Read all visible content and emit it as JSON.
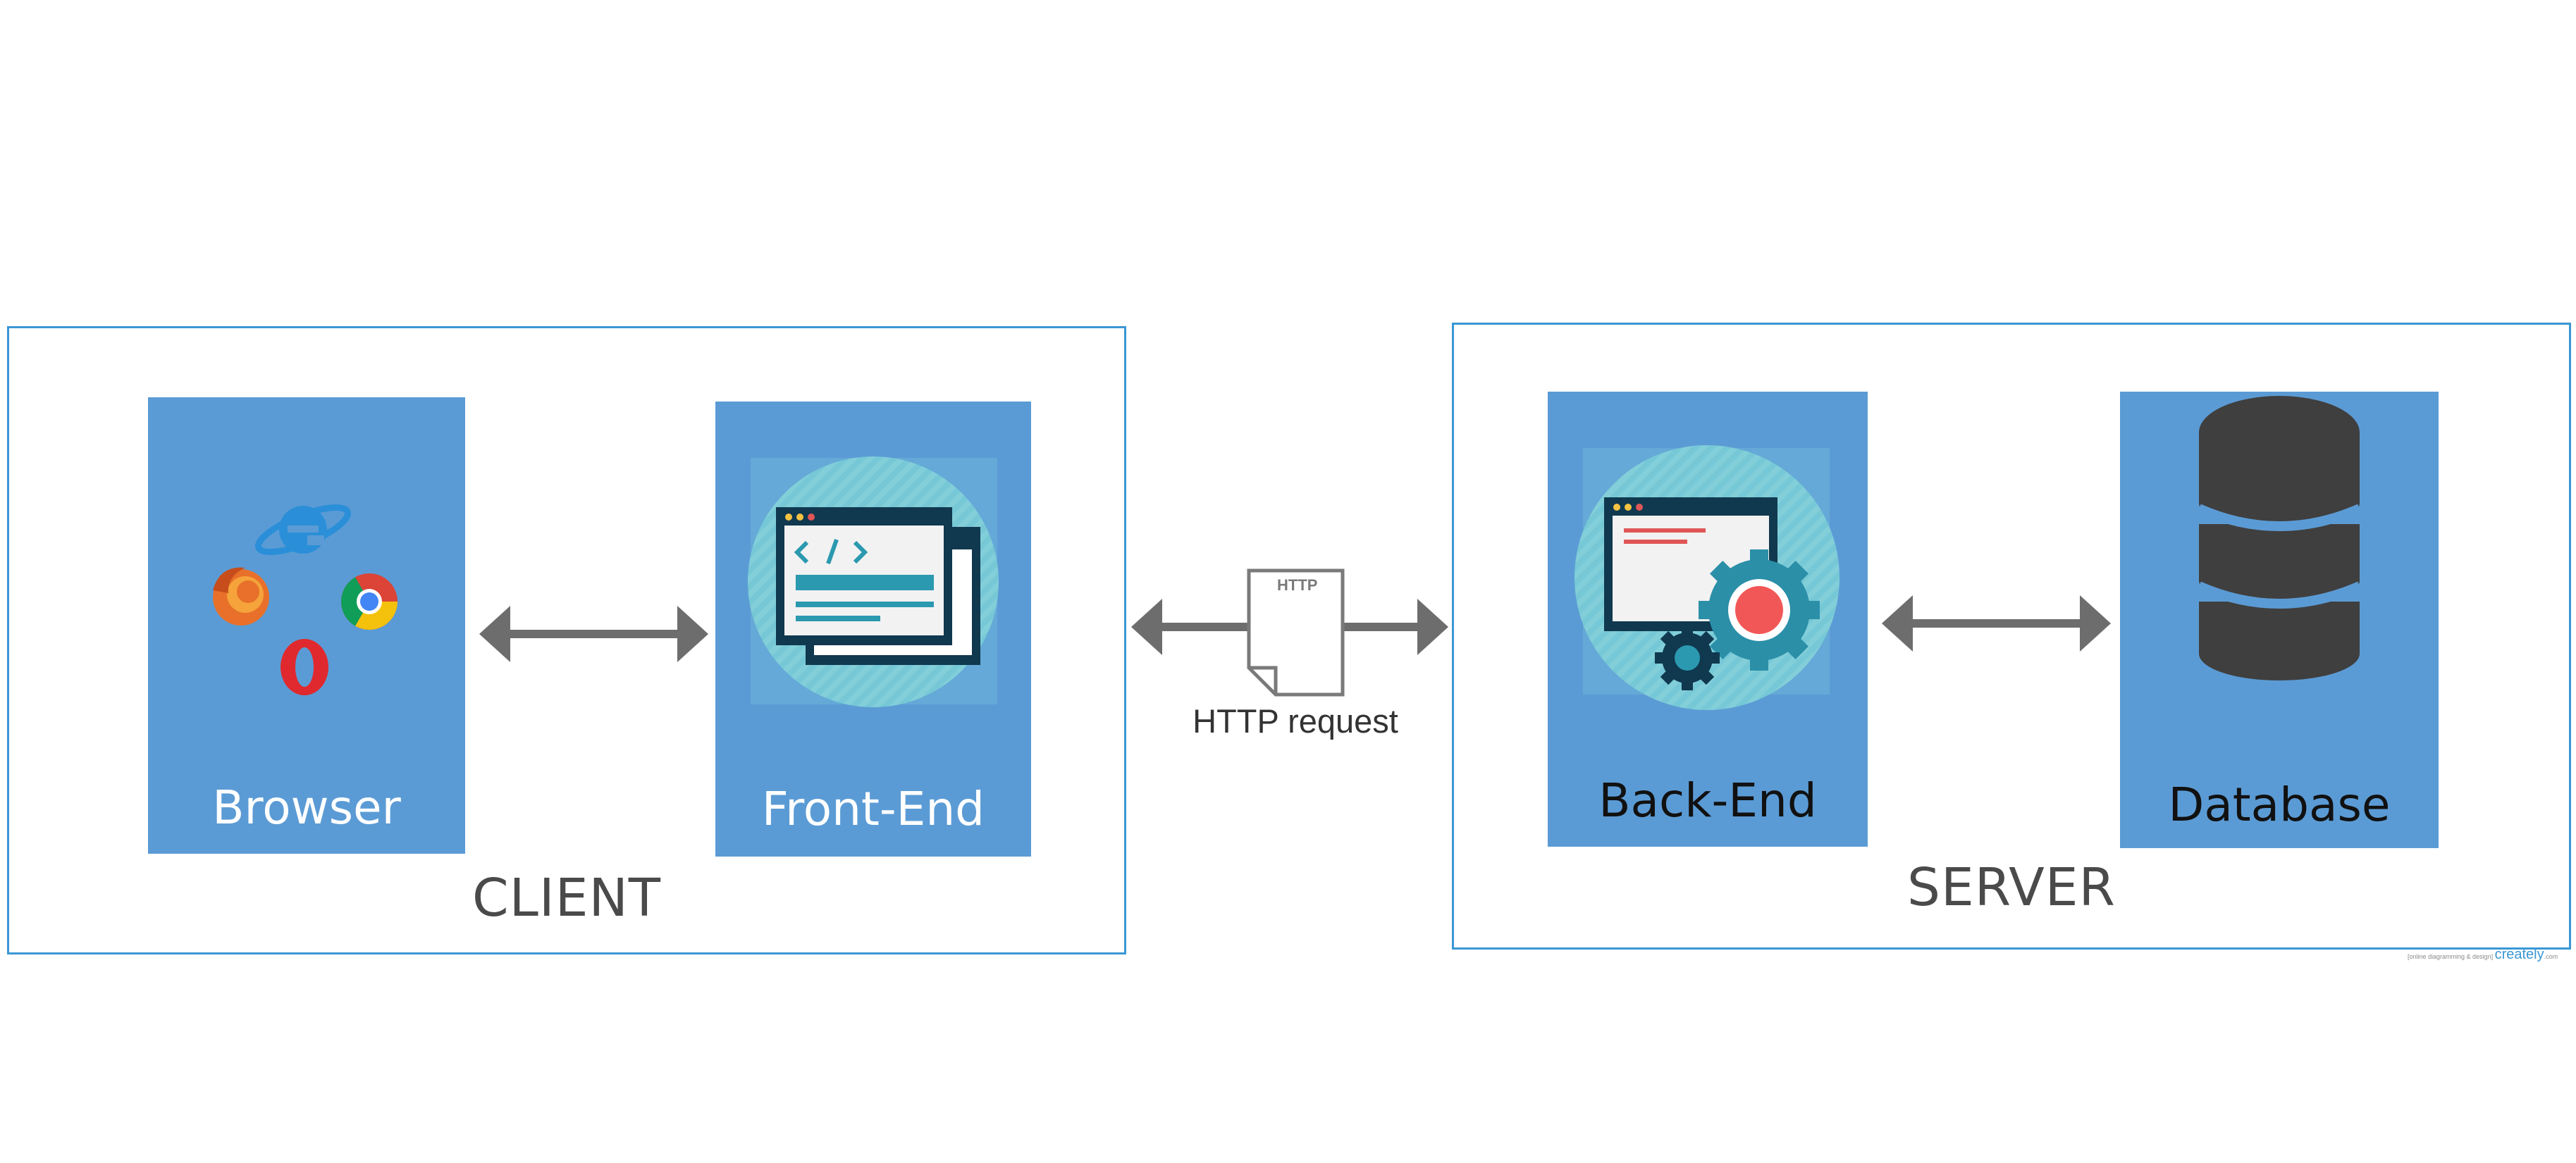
{
  "client": {
    "label": "CLIENT",
    "browser": {
      "label": "Browser",
      "icons": [
        "internet-explorer-icon",
        "firefox-icon",
        "chrome-icon",
        "opera-icon"
      ]
    },
    "frontend": {
      "label": "Front-End",
      "icon": "code-window-icon"
    }
  },
  "server": {
    "label": "SERVER",
    "backend": {
      "label": "Back-End",
      "icon": "gear-window-icon"
    },
    "database": {
      "label": "Database",
      "icon": "database-icon"
    }
  },
  "connector": {
    "document_tag": "HTTP",
    "label": "HTTP request"
  },
  "watermark": {
    "tagline": "[online diagramming & design]",
    "brand": "creately",
    "suffix": ".com"
  },
  "colors": {
    "box_border": "#3a97d4",
    "card_fill": "#5b9bd5",
    "arrow": "#6d6d6d",
    "database": "#3f3f3f"
  }
}
